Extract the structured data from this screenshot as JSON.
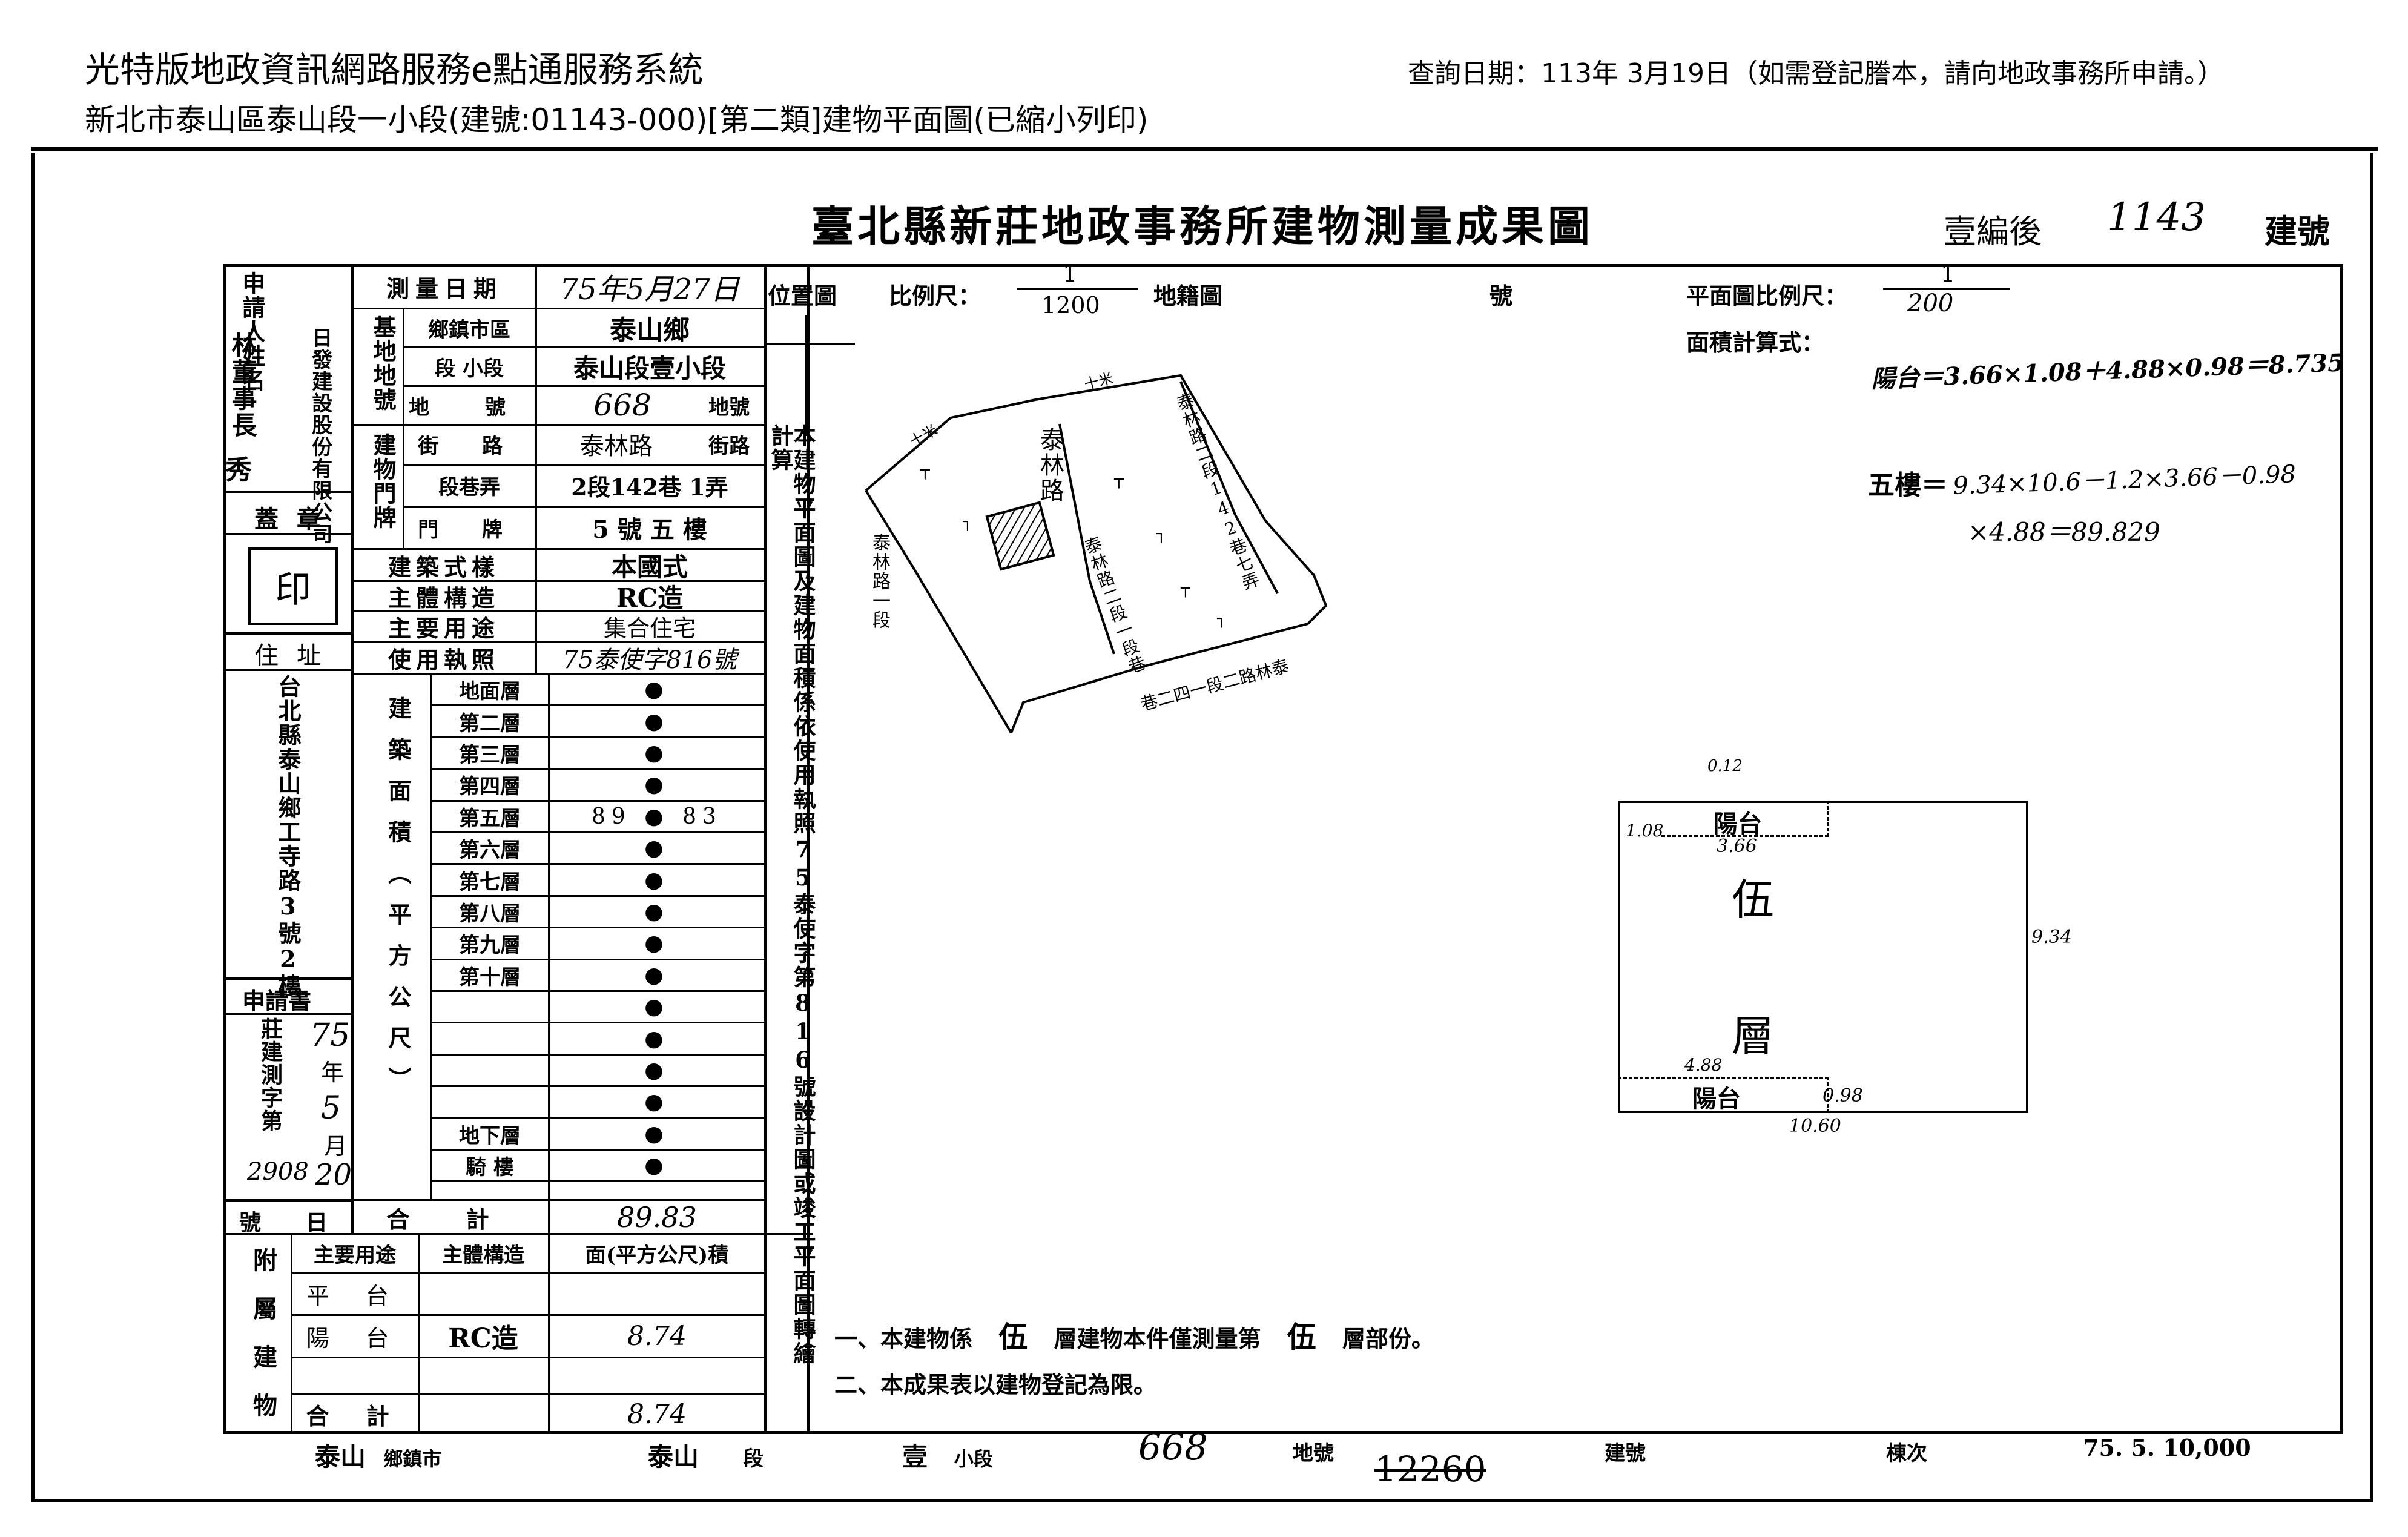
{
  "header": {
    "system_title": "光特版地政資訊網路服務e點通服務系統",
    "query_date": "查詢日期：113年 3月19日（如需登記謄本，請向地政事務所申請。）",
    "doc_title": "新北市泰山區泰山段一小段(建號:01143-000)[第二類]建物平面圖(已縮小列印)"
  },
  "form": {
    "main_title": "臺北縣新莊地政事務所建物測量成果圖",
    "register_label": "壹編後",
    "register_no": "1143",
    "register_suffix": "建號",
    "applicant_label": "申請人姓名",
    "applicant_company": "林董事長",
    "applicant_company_side": "日發建設股份有限公司",
    "applicant_name_mark": "秀",
    "seal_label": "蓋章",
    "seal_text": "印",
    "address_label": "住址",
    "address_value": "台北縣泰山鄉工寺路3號2樓",
    "application_label": "申請書",
    "application_no_label": "莊建測字第",
    "application_year": "75",
    "application_year_unit": "年",
    "application_month": "5",
    "application_month_unit": "月",
    "application_no": "2908",
    "application_day": "20",
    "number_label": "號",
    "day_label": "日",
    "survey_date_label": "測量日期",
    "survey_date_value": "75年5月27日",
    "base_label": "基地地號",
    "township_label": "鄉鎮市區",
    "township_value": "泰山鄉",
    "section_label": "段 小段",
    "section_value": "泰山段壹小段",
    "land_label": "地 號",
    "land_value": "668",
    "land_suffix": "地號",
    "door_label": "建物門牌",
    "street_label": "街 路",
    "street_value": "泰林路",
    "street_suffix": "街路",
    "lane_label": "段巷弄",
    "lane_value": "2段142巷 1弄",
    "doorno_label": "門 牌",
    "doorno_value": "5 號 五 樓",
    "style_label": "建築式樣",
    "style_value": "本國式",
    "structure_label": "主體構造",
    "structure_value": "RC造",
    "use_label": "主要用途",
    "use_value": "集合住宅",
    "license_label": "使用執照",
    "license_value": "75泰使字816號",
    "area_col_label": "建築面積（平方公尺）",
    "floors": [
      {
        "name": "地面層",
        "value": "●"
      },
      {
        "name": "第二層",
        "value": "●"
      },
      {
        "name": "第三層",
        "value": "●"
      },
      {
        "name": "第四層",
        "value": "●"
      },
      {
        "name": "第五層",
        "value": "89 ● 83"
      },
      {
        "name": "第六層",
        "value": "●"
      },
      {
        "name": "第七層",
        "value": "●"
      },
      {
        "name": "第八層",
        "value": "●"
      },
      {
        "name": "第九層",
        "value": "●"
      },
      {
        "name": "第十層",
        "value": "●"
      },
      {
        "name": "",
        "value": "●"
      },
      {
        "name": "",
        "value": "●"
      },
      {
        "name": "",
        "value": "●"
      },
      {
        "name": "",
        "value": "●"
      },
      {
        "name": "地下層",
        "value": "●"
      },
      {
        "name": "騎 樓",
        "value": "●"
      }
    ],
    "total_label": "合 計",
    "total_value": "89.83",
    "annex_label": "附屬建物",
    "annex_headers": [
      "主要用途",
      "主體構造",
      "面(平方公尺)積"
    ],
    "annex_rows": [
      {
        "use": "平 台",
        "structure": "",
        "area": ""
      },
      {
        "use": "陽 台",
        "structure": "RC造",
        "area": "8.74"
      },
      {
        "use": "",
        "structure": "",
        "area": ""
      }
    ],
    "annex_total_label": "合 計",
    "annex_total_value": "8.74",
    "side_note": "本建物平面圖及建物面積係依使用執照75泰使字第816號設計圖或竣工平面圖轉繪計算",
    "location_map_label": "位置圖",
    "scale_label": "比例尺：",
    "scale_1200_num": "1",
    "scale_1200_den": "1200",
    "cadastral_label": "地籍圖",
    "cadastral_no_label": "號",
    "plan_scale_label": "平面圖比例尺：",
    "plan_scale_num": "1",
    "plan_scale_den": "200",
    "formula_label": "面積計算式：",
    "formula_balcony": "陽台＝3.66×1.08＋4.88×0.98＝8.735",
    "formula_5f_label": "五樓＝",
    "formula_5f_1": "9.34×10.6－1.2×3.66－0.98",
    "formula_5f_2": "×4.88＝89.829",
    "note1_a": "一、本建物係",
    "note1_b": "伍",
    "note1_c": "層建物本件僅測量第",
    "note1_d": "伍",
    "note1_e": "層部份。",
    "note2": "二、本成果表以建物登記為限。",
    "footer_township": "泰山",
    "footer_township_label": "鄉鎮市",
    "footer_section": "泰山",
    "footer_section_label": "段",
    "footer_sub": "壹",
    "footer_sub_label": "小段",
    "footer_land": "668",
    "footer_land_label": "地號",
    "footer_bld_label": "建號",
    "footer_bldg_order_label": "棟次",
    "footer_print": "75. 5. 10,000",
    "footer_code": "12260",
    "plan": {
      "dim_012": "0.12",
      "dim_108": "1.08",
      "dim_366": "3.66",
      "balcony_top": "陽台",
      "floor_char_1": "伍",
      "floor_char_2": "層",
      "dim_934": "9.34",
      "dim_488": "4.88",
      "balcony_bottom": "陽台",
      "dim_098": "0.98",
      "dim_1060": "10.60"
    },
    "map": {
      "road_1": "泰林路",
      "road_2": "泰林路二段142巷七弄",
      "road_3": "泰林路一段",
      "road_4": "泰林路二段一段巷",
      "road_5": "巷二四一段二路林泰",
      "road_6": "十米",
      "road_7": "十米"
    }
  }
}
